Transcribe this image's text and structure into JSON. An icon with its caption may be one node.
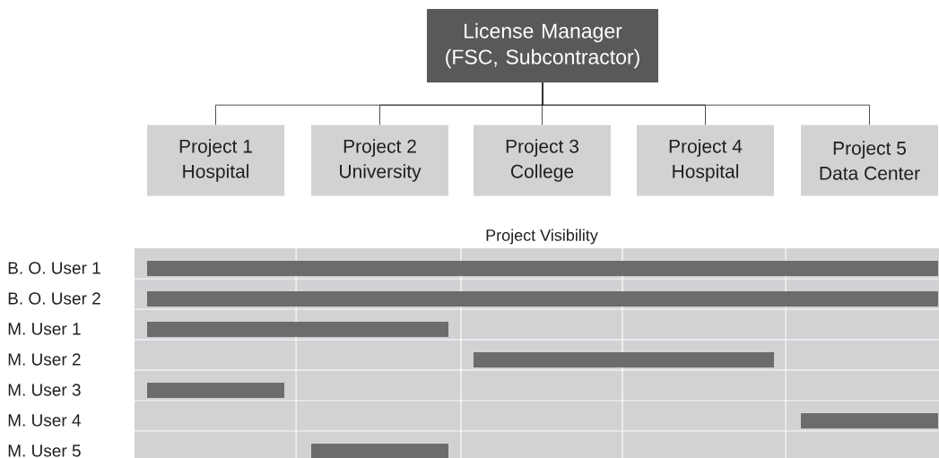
{
  "diagram": {
    "nodes": [
      {
        "text": [
          "License Manager (FSC, Subcontractor)"
        ]
      },
      {
        "text": [
          "Project 1",
          "Hospital"
        ]
      },
      {
        "text": [
          "Project 2",
          "University"
        ]
      },
      {
        "text": [
          "Project 3",
          "College"
        ]
      },
      {
        "text": [
          "Project 4",
          "Hospital"
        ]
      },
      {
        "text": [
          "Project 5",
          "Data Center"
        ]
      }
    ],
    "edges": [
      {
        "from": 0,
        "to": 1,
        "arrow": "none"
      },
      {
        "from": 0,
        "to": 2,
        "arrow": "none"
      },
      {
        "from": 0,
        "to": 3,
        "arrow": "none"
      },
      {
        "from": 0,
        "to": 4,
        "arrow": "none"
      },
      {
        "from": 0,
        "to": 5,
        "arrow": "none"
      }
    ],
    "labels": [
      "Project Visibility",
      "B. O. User 1",
      "B. O. User 2",
      "M. User 1",
      "M. User 2",
      "M. User 3",
      "M. User 4",
      "M. User 5"
    ]
  }
}
